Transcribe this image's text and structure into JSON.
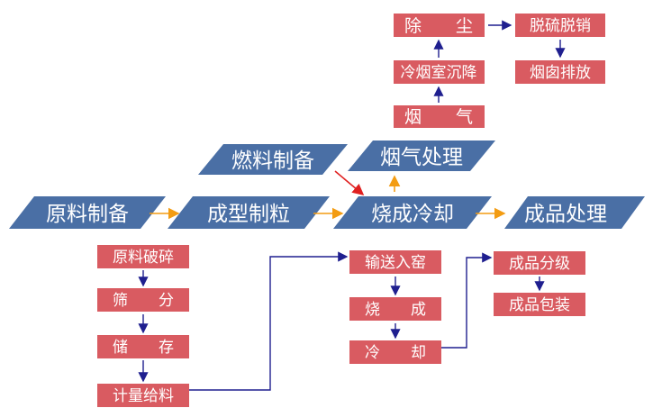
{
  "colors": {
    "parallelogram": "#4a6fa5",
    "box": "#d95b61",
    "orange_arrow": "#f39c12",
    "blue_line": "#1f1f8f",
    "red_arrow": "#e02020"
  },
  "main_process": {
    "raw": "原料制备",
    "forming": "成型制粒",
    "firing": "烧成冷却",
    "product": "成品处理",
    "fuel": "燃料制备",
    "flue": "烟气处理"
  },
  "flue_branch": {
    "flue_gas": "烟　　气",
    "settle": "冷烟室沉降",
    "dust": "除　　尘",
    "desulf": "脱硫脱销",
    "chimney": "烟囱排放"
  },
  "raw_branch": {
    "crush": "原料破碎",
    "screen": "筛　　分",
    "store": "储　　存",
    "meter": "计量给料"
  },
  "kiln_branch": {
    "convey": "输送入窑",
    "burn": "烧　　成",
    "cool": "冷　　却"
  },
  "product_branch": {
    "grade": "成品分级",
    "pack": "成品包装"
  }
}
